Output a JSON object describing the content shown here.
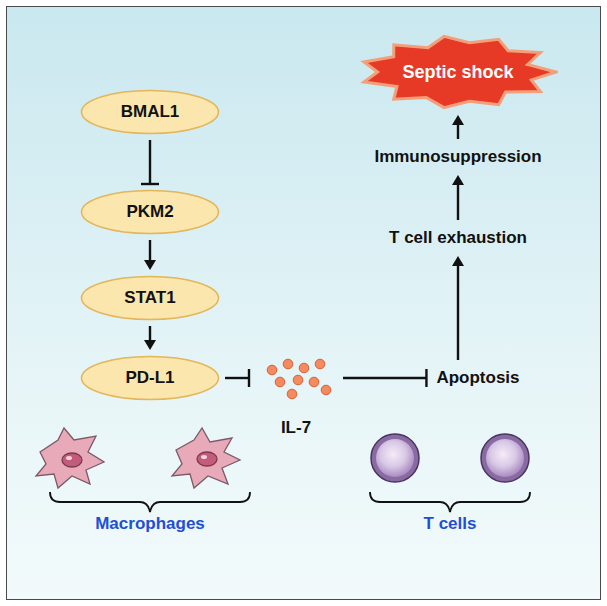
{
  "diagram": {
    "nodes": [
      {
        "text": [
          "BMAL1"
        ]
      },
      {
        "text": [
          "PKM2"
        ]
      },
      {
        "text": [
          "STAT1"
        ]
      },
      {
        "text": [
          "PD-L1"
        ]
      },
      {
        "text": [
          "Septic shock"
        ]
      },
      {
        "text": [
          "Immunosuppression"
        ]
      },
      {
        "text": [
          "T cell exhaustion"
        ]
      },
      {
        "text": [
          "IL-7"
        ]
      },
      {
        "text": [
          "Apoptosis"
        ]
      }
    ],
    "edges": [
      {
        "from": 0,
        "to": 1,
        "arrow": "to"
      },
      {
        "from": 1,
        "to": 2,
        "arrow": "to"
      },
      {
        "from": 2,
        "to": 3,
        "arrow": "to"
      },
      {
        "from": 3,
        "to": 7,
        "arrow": "to"
      },
      {
        "from": 7,
        "to": 8,
        "arrow": "to"
      },
      {
        "from": 8,
        "to": 6,
        "arrow": "to"
      },
      {
        "from": 6,
        "to": 5,
        "arrow": "to"
      },
      {
        "from": 5,
        "to": 4,
        "arrow": "to"
      }
    ],
    "labels": [
      "Macrophages",
      "T cells"
    ]
  }
}
